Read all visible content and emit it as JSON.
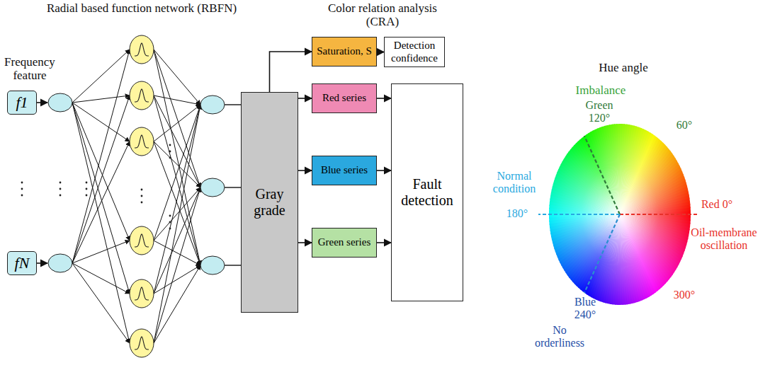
{
  "diagram": {
    "nodes": [
      {
        "text": [
          "f1"
        ]
      },
      {
        "text": [
          "fN"
        ]
      },
      {
        "text": [
          "Gray grade"
        ]
      },
      {
        "text": [
          "Saturation, S"
        ]
      },
      {
        "text": [
          "Detection confidence"
        ]
      },
      {
        "text": [
          "Red series"
        ]
      },
      {
        "text": [
          "Blue series"
        ]
      },
      {
        "text": [
          "Green series"
        ]
      },
      {
        "text": [
          "Fault detection"
        ]
      }
    ],
    "edges": [
      {
        "from": 2,
        "to": 3,
        "arrow": "to"
      },
      {
        "from": 3,
        "to": 4,
        "arrow": "to"
      },
      {
        "from": 2,
        "to": 5,
        "arrow": "to"
      },
      {
        "from": 2,
        "to": 6,
        "arrow": "to"
      },
      {
        "from": 2,
        "to": 7,
        "arrow": "to"
      },
      {
        "from": 5,
        "to": 8,
        "arrow": "to"
      },
      {
        "from": 6,
        "to": 8,
        "arrow": "to"
      },
      {
        "from": 7,
        "to": 8,
        "arrow": "to"
      }
    ],
    "labels": [
      "Radial based function network (RBFN)",
      "Color relation analysis (CRA)",
      "Frequency feature",
      "Hue angle",
      "Imbalance",
      "Green 120°",
      "60°",
      "Normal condition",
      "180°",
      "Red 0°",
      "Oil-membrane oscillation",
      "Blue 240°",
      "300°",
      "No orderliness"
    ]
  }
}
